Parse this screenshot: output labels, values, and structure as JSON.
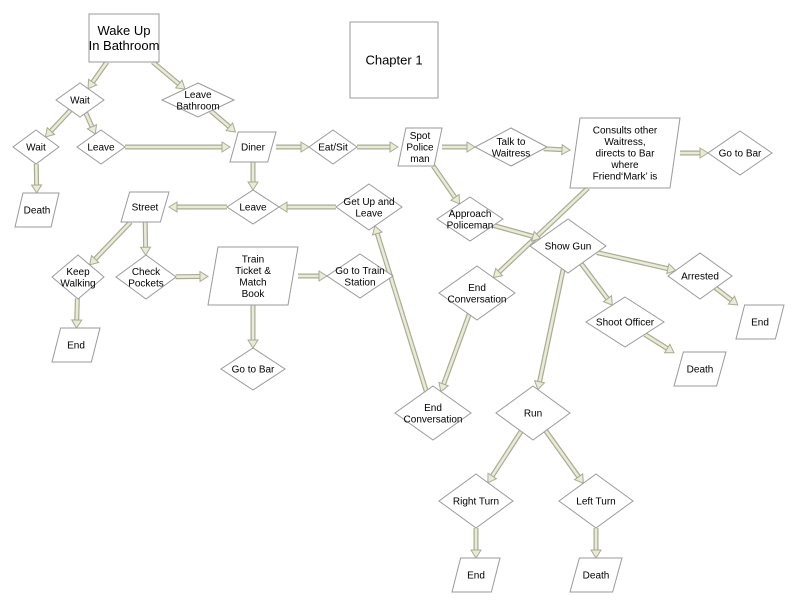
{
  "diagram": {
    "nodes": [
      {
        "id": "wake_up",
        "lines": [
          "Wake Up",
          "In Bathroom"
        ]
      },
      {
        "id": "chapter",
        "lines": [
          "Chapter 1"
        ]
      },
      {
        "id": "wait1",
        "lines": [
          "Wait"
        ]
      },
      {
        "id": "leave_bathroom",
        "lines": [
          "Leave",
          "Bathroom"
        ]
      },
      {
        "id": "wait2",
        "lines": [
          "Wait"
        ]
      },
      {
        "id": "leave1",
        "lines": [
          "Leave"
        ]
      },
      {
        "id": "death1",
        "lines": [
          "Death"
        ]
      },
      {
        "id": "diner",
        "lines": [
          "Diner"
        ]
      },
      {
        "id": "eat_sit",
        "lines": [
          "Eat/Sit"
        ]
      },
      {
        "id": "spot_policeman",
        "lines": [
          "Spot",
          "Police",
          "man"
        ]
      },
      {
        "id": "talk_waitress",
        "lines": [
          "Talk to",
          "Waitress"
        ]
      },
      {
        "id": "consults",
        "lines": [
          "Consults other",
          "Waitress,",
          "directs to Bar",
          "where",
          "Friend‘Mark’ is"
        ]
      },
      {
        "id": "go_bar1",
        "lines": [
          "Go to Bar"
        ]
      },
      {
        "id": "street",
        "lines": [
          "Street"
        ]
      },
      {
        "id": "leave2",
        "lines": [
          "Leave"
        ]
      },
      {
        "id": "get_up_leave",
        "lines": [
          "Get Up and",
          "Leave"
        ]
      },
      {
        "id": "approach_policeman",
        "lines": [
          "Approach",
          "Policeman"
        ]
      },
      {
        "id": "show_gun",
        "lines": [
          "Show Gun"
        ]
      },
      {
        "id": "keep_walking",
        "lines": [
          "Keep",
          "Walking"
        ]
      },
      {
        "id": "check_pockets",
        "lines": [
          "Check",
          "Pockets"
        ]
      },
      {
        "id": "train_ticket",
        "lines": [
          "Train",
          "Ticket &",
          "Match",
          "Book"
        ]
      },
      {
        "id": "go_train_station",
        "lines": [
          "Go to Train",
          "Station"
        ]
      },
      {
        "id": "end_conv1",
        "lines": [
          "End",
          "Conversation"
        ]
      },
      {
        "id": "arrested",
        "lines": [
          "Arrested"
        ]
      },
      {
        "id": "end1",
        "lines": [
          "End"
        ]
      },
      {
        "id": "shoot_officer",
        "lines": [
          "Shoot Officer"
        ]
      },
      {
        "id": "end2",
        "lines": [
          "End"
        ]
      },
      {
        "id": "go_bar2",
        "lines": [
          "Go to Bar"
        ]
      },
      {
        "id": "death2",
        "lines": [
          "Death"
        ]
      },
      {
        "id": "end_conv2",
        "lines": [
          "End",
          "Conversation"
        ]
      },
      {
        "id": "run",
        "lines": [
          "Run"
        ]
      },
      {
        "id": "right_turn",
        "lines": [
          "Right Turn"
        ]
      },
      {
        "id": "left_turn",
        "lines": [
          "Left Turn"
        ]
      },
      {
        "id": "end3",
        "lines": [
          "End"
        ]
      },
      {
        "id": "death3",
        "lines": [
          "Death"
        ]
      }
    ],
    "edges": [
      {
        "from": "wake_up",
        "to": "wait1"
      },
      {
        "from": "wake_up",
        "to": "leave_bathroom"
      },
      {
        "from": "wait1",
        "to": "wait2"
      },
      {
        "from": "wait1",
        "to": "leave1"
      },
      {
        "from": "wait2",
        "to": "death1"
      },
      {
        "from": "leave1",
        "to": "diner"
      },
      {
        "from": "leave_bathroom",
        "to": "diner"
      },
      {
        "from": "diner",
        "to": "eat_sit"
      },
      {
        "from": "diner",
        "to": "leave2"
      },
      {
        "from": "eat_sit",
        "to": "spot_policeman"
      },
      {
        "from": "spot_policeman",
        "to": "talk_waitress"
      },
      {
        "from": "spot_policeman",
        "to": "approach_policeman"
      },
      {
        "from": "talk_waitress",
        "to": "consults"
      },
      {
        "from": "consults",
        "to": "go_bar1"
      },
      {
        "from": "consults",
        "to": "end_conv1"
      },
      {
        "from": "get_up_leave",
        "to": "leave2"
      },
      {
        "from": "leave2",
        "to": "street"
      },
      {
        "from": "street",
        "to": "keep_walking"
      },
      {
        "from": "street",
        "to": "check_pockets"
      },
      {
        "from": "keep_walking",
        "to": "end2"
      },
      {
        "from": "check_pockets",
        "to": "train_ticket"
      },
      {
        "from": "train_ticket",
        "to": "go_train_station"
      },
      {
        "from": "train_ticket",
        "to": "go_bar2"
      },
      {
        "from": "approach_policeman",
        "to": "show_gun"
      },
      {
        "from": "show_gun",
        "to": "arrested"
      },
      {
        "from": "show_gun",
        "to": "shoot_officer"
      },
      {
        "from": "show_gun",
        "to": "run"
      },
      {
        "from": "arrested",
        "to": "end1"
      },
      {
        "from": "shoot_officer",
        "to": "death2"
      },
      {
        "from": "end_conv1",
        "to": "end_conv2"
      },
      {
        "from": "end_conv2",
        "to": "get_up_leave"
      },
      {
        "from": "run",
        "to": "right_turn"
      },
      {
        "from": "run",
        "to": "left_turn"
      },
      {
        "from": "right_turn",
        "to": "end3"
      },
      {
        "from": "left_turn",
        "to": "death3"
      }
    ]
  }
}
